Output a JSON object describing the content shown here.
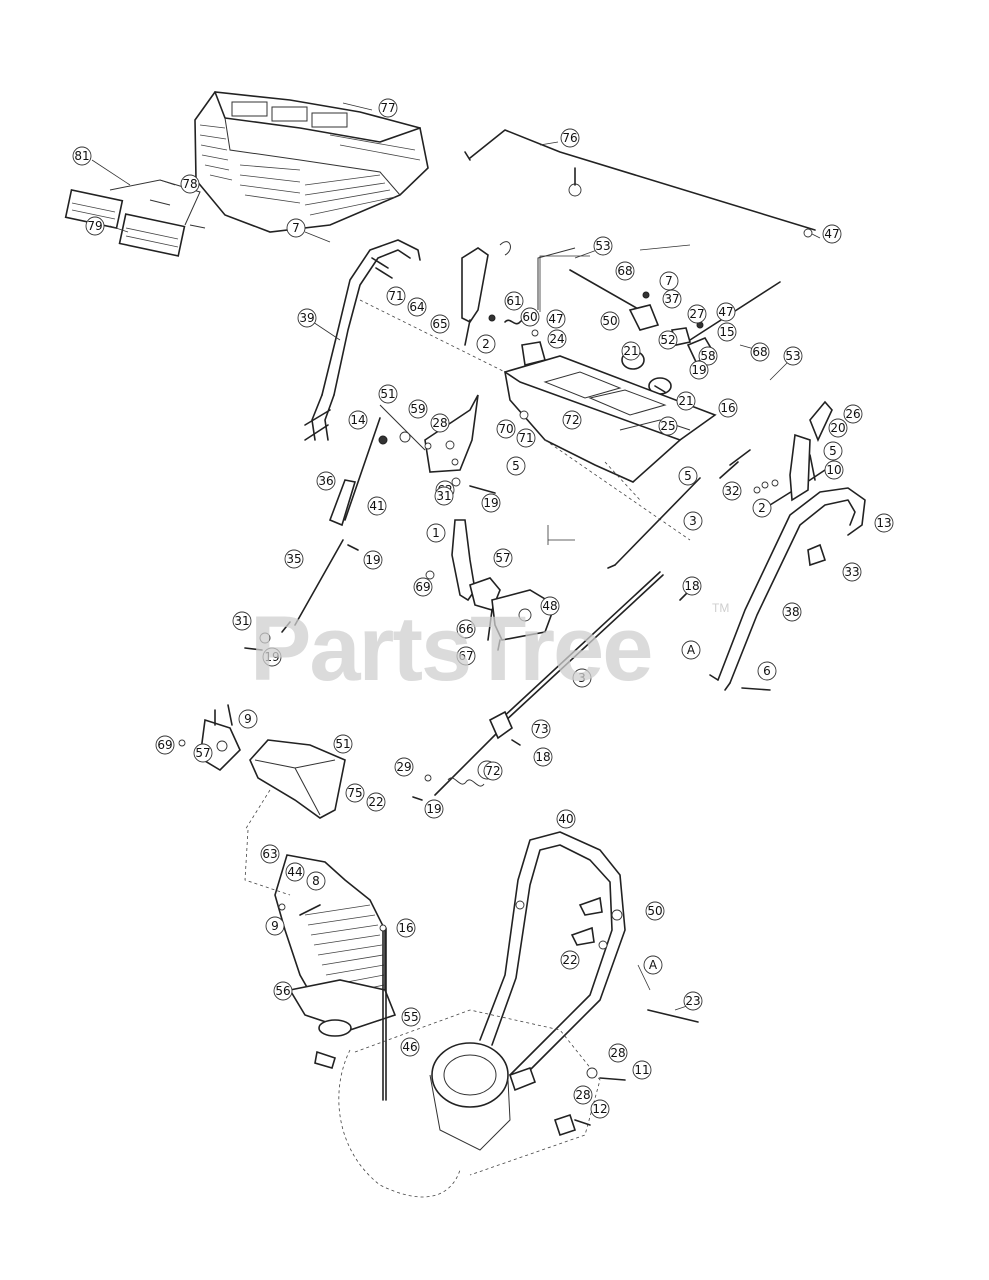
{
  "watermark": {
    "text": "PartsTree",
    "trademark": "TM"
  },
  "callouts": [
    {
      "id": "c77",
      "label": "77"
    },
    {
      "id": "c76",
      "label": "76"
    },
    {
      "id": "c81",
      "label": "81"
    },
    {
      "id": "c78",
      "label": "78"
    },
    {
      "id": "c79",
      "label": "79"
    },
    {
      "id": "c7a",
      "label": "7"
    },
    {
      "id": "c47a",
      "label": "47"
    },
    {
      "id": "c53a",
      "label": "53"
    },
    {
      "id": "c68a",
      "label": "68"
    },
    {
      "id": "c7b",
      "label": "7"
    },
    {
      "id": "c37",
      "label": "37"
    },
    {
      "id": "c50a",
      "label": "50"
    },
    {
      "id": "c27",
      "label": "27"
    },
    {
      "id": "c47b",
      "label": "47"
    },
    {
      "id": "c15",
      "label": "15"
    },
    {
      "id": "c52",
      "label": "52"
    },
    {
      "id": "c58",
      "label": "58"
    },
    {
      "id": "c68b",
      "label": "68"
    },
    {
      "id": "c53b",
      "label": "53"
    },
    {
      "id": "c19a",
      "label": "19"
    },
    {
      "id": "c39",
      "label": "39"
    },
    {
      "id": "c71a",
      "label": "71"
    },
    {
      "id": "c64",
      "label": "64"
    },
    {
      "id": "c65",
      "label": "65"
    },
    {
      "id": "c61",
      "label": "61"
    },
    {
      "id": "c60",
      "label": "60"
    },
    {
      "id": "c47c",
      "label": "47"
    },
    {
      "id": "c24",
      "label": "24"
    },
    {
      "id": "c2a",
      "label": "2"
    },
    {
      "id": "c21a",
      "label": "21"
    },
    {
      "id": "c21b",
      "label": "21"
    },
    {
      "id": "c26",
      "label": "26"
    },
    {
      "id": "c16a",
      "label": "16"
    },
    {
      "id": "c51a",
      "label": "51"
    },
    {
      "id": "c14",
      "label": "14"
    },
    {
      "id": "c59",
      "label": "59"
    },
    {
      "id": "c28a",
      "label": "28"
    },
    {
      "id": "c70",
      "label": "70"
    },
    {
      "id": "c71b",
      "label": "71"
    },
    {
      "id": "c72a",
      "label": "72"
    },
    {
      "id": "c25",
      "label": "25"
    },
    {
      "id": "c20",
      "label": "20"
    },
    {
      "id": "c10",
      "label": "10"
    },
    {
      "id": "c5a",
      "label": "5"
    },
    {
      "id": "c62",
      "label": "62"
    },
    {
      "id": "c31a",
      "label": "31"
    },
    {
      "id": "c19b",
      "label": "19"
    },
    {
      "id": "c5b",
      "label": "5"
    },
    {
      "id": "c5c",
      "label": "5"
    },
    {
      "id": "c32",
      "label": "32"
    },
    {
      "id": "c2b",
      "label": "2"
    },
    {
      "id": "c13",
      "label": "13"
    },
    {
      "id": "c36",
      "label": "36"
    },
    {
      "id": "c41",
      "label": "41"
    },
    {
      "id": "c3a",
      "label": "3"
    },
    {
      "id": "c1",
      "label": "1"
    },
    {
      "id": "c33",
      "label": "33"
    },
    {
      "id": "c19c",
      "label": "19"
    },
    {
      "id": "c35",
      "label": "35"
    },
    {
      "id": "c57a",
      "label": "57"
    },
    {
      "id": "c69a",
      "label": "69"
    },
    {
      "id": "c18a",
      "label": "18"
    },
    {
      "id": "c48",
      "label": "48"
    },
    {
      "id": "c38",
      "label": "38"
    },
    {
      "id": "c31b",
      "label": "31"
    },
    {
      "id": "c66",
      "label": "66"
    },
    {
      "id": "c67",
      "label": "67"
    },
    {
      "id": "c19d",
      "label": "19"
    },
    {
      "id": "cA1",
      "label": "A"
    },
    {
      "id": "c6",
      "label": "6"
    },
    {
      "id": "c3b",
      "label": "3"
    },
    {
      "id": "c9a",
      "label": "9"
    },
    {
      "id": "c69b",
      "label": "69"
    },
    {
      "id": "c57b",
      "label": "57"
    },
    {
      "id": "c51b",
      "label": "51"
    },
    {
      "id": "c73",
      "label": "73"
    },
    {
      "id": "c29",
      "label": "29"
    },
    {
      "id": "c4",
      "label": "4"
    },
    {
      "id": "c72b",
      "label": "72"
    },
    {
      "id": "c18b",
      "label": "18"
    },
    {
      "id": "c75",
      "label": "75"
    },
    {
      "id": "c22a",
      "label": "22"
    },
    {
      "id": "c19e",
      "label": "19"
    },
    {
      "id": "c40",
      "label": "40"
    },
    {
      "id": "c63",
      "label": "63"
    },
    {
      "id": "c44",
      "label": "44"
    },
    {
      "id": "c8",
      "label": "8"
    },
    {
      "id": "c9b",
      "label": "9"
    },
    {
      "id": "c50b",
      "label": "50"
    },
    {
      "id": "c22b",
      "label": "22"
    },
    {
      "id": "c16b",
      "label": "16"
    },
    {
      "id": "cA2",
      "label": "A"
    },
    {
      "id": "c56",
      "label": "56"
    },
    {
      "id": "c23",
      "label": "23"
    },
    {
      "id": "c55",
      "label": "55"
    },
    {
      "id": "c46",
      "label": "46"
    },
    {
      "id": "c28b",
      "label": "28"
    },
    {
      "id": "c11",
      "label": "11"
    },
    {
      "id": "c28c",
      "label": "28"
    },
    {
      "id": "c12",
      "label": "12"
    }
  ]
}
